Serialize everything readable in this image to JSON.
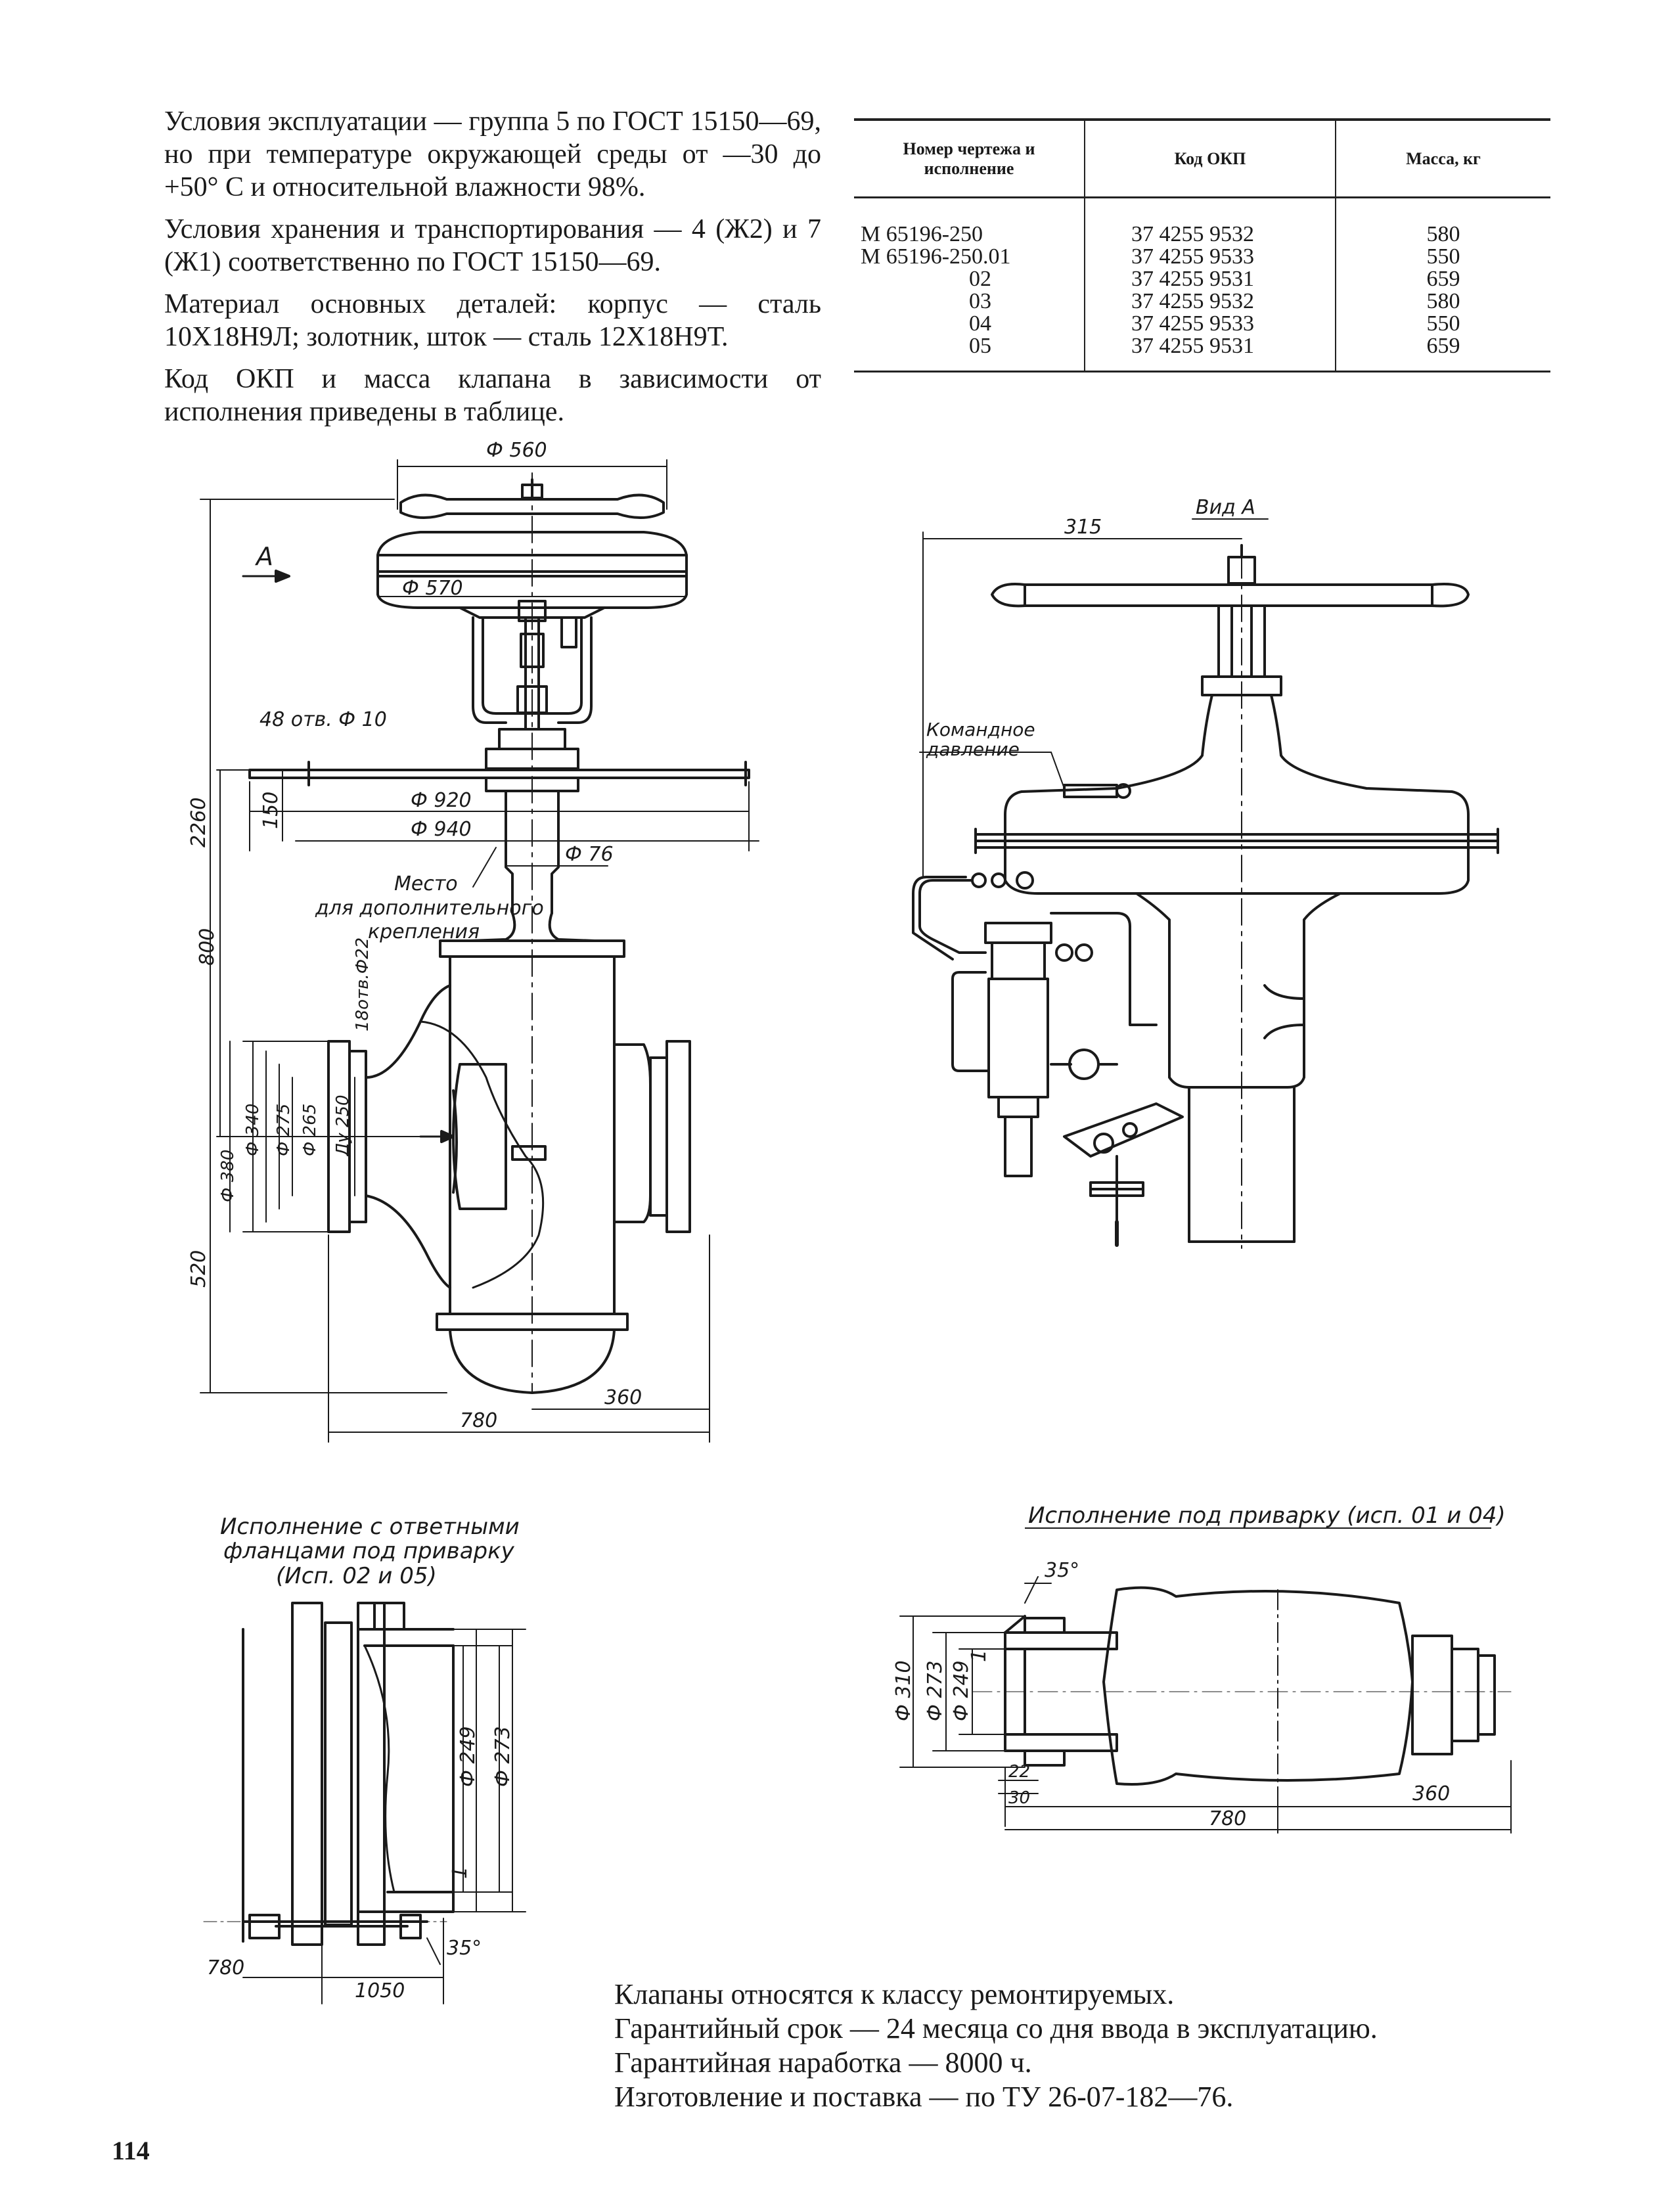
{
  "intro": {
    "p1": "Условия эксплуатации — группа 5 по ГОСТ 15150—69, но при температуре окружающей среды от —30 до +50° С и относительной влажности 98%.",
    "p2": "Условия хранения и транспортирования — 4 (Ж2) и 7 (Ж1) соответственно по ГОСТ 15150—69.",
    "p3": "Материал основных деталей: корпус — сталь 10Х18Н9Л; золотник, шток — сталь 12Х18Н9Т.",
    "p4": "Код ОКП и масса клапана в зависимости от исполнения приведены в таблице."
  },
  "table": {
    "headers": [
      "Номер чертежа и исполнение",
      "Код ОКП",
      "Масса, кг"
    ],
    "rows": [
      [
        "М 65196-250",
        "37 4255 9532",
        "580"
      ],
      [
        "М 65196-250.01",
        "37 4255 9533",
        "550"
      ],
      [
        "02",
        "37 4255 9531",
        "659"
      ],
      [
        "03",
        "37 4255 9532",
        "580"
      ],
      [
        "04",
        "37 4255 9533",
        "550"
      ],
      [
        "05",
        "37 4255 9531",
        "659"
      ]
    ]
  },
  "main_drawing": {
    "d560": "Ф 560",
    "d570": "Ф 570",
    "arrow_a": "A",
    "holes48": "48 отв. Ф 10",
    "d920": "Ф 920",
    "d940": "Ф 940",
    "d76": "Ф 76",
    "h2260": "2260",
    "h150": "150",
    "h800": "800",
    "h520": "520",
    "place_l1": "Место",
    "place_l2": "для дополнительного",
    "place_l3": "крепления",
    "holes18": "18отв.Ф22",
    "d340": "Ф 340",
    "d275": "Ф 275",
    "d265": "Ф 265",
    "dn250": "Ду 250",
    "d380": "Ф 380",
    "w780": "780",
    "w360": "360"
  },
  "view_a": {
    "title": "Вид А",
    "w315": "315",
    "cmd_l1": "Командное",
    "cmd_l2": "давление"
  },
  "flange_view": {
    "title_l1": "Исполнение с ответными",
    "title_l2": "фланцами под приварку",
    "title_l3": "(Исп. 02 и 05)",
    "d249": "Ф 249",
    "d273": "Ф 273",
    "one": "1",
    "a35": "35°",
    "w780": "780",
    "w1050": "1050"
  },
  "weld_view": {
    "title": "Исполнение под приварку (исп. 01 и 04)",
    "a35": "35°",
    "d310": "Ф 310",
    "d273": "Ф 273",
    "d249": "Ф 249",
    "one": "1",
    "d22": "22",
    "d30": "30",
    "w360": "360",
    "w780": "780"
  },
  "notes": [
    "Клапаны относятся к классу ремонтируемых.",
    "Гарантийный срок — 24 месяца со дня ввода в эксплуатацию.",
    "Гарантийная наработка — 8000 ч.",
    "Изготовление и поставка — по ТУ 26-07-182—76."
  ],
  "page_number": "114"
}
